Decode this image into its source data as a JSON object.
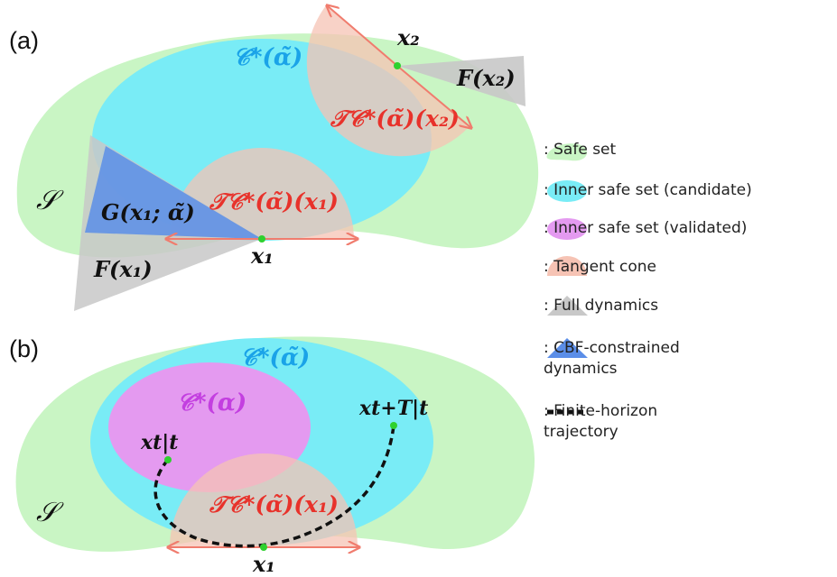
{
  "panels": {
    "a": {
      "label": "(a)"
    },
    "b": {
      "label": "(b)"
    }
  },
  "colors": {
    "safe_set": "#c9f5c4",
    "inner_candidate": "#79ecf6",
    "inner_validated": "#e49af0",
    "tangent_cone": "#f6c3b4",
    "full_dynamics": "#c8c8c8",
    "cbf_dynamics": "#5b8ee8",
    "arrow": "#f07c6e",
    "point": "#2ed12e",
    "cyan_text": "#1aa3e8",
    "red_text": "#e8322b",
    "magenta_text": "#c33fe0"
  },
  "labels": {
    "a": {
      "S": "𝒮",
      "C_tilde": "𝒞*(α̃)",
      "T_x1": "𝒯𝒞*(α̃)(x₁)",
      "T_x2": "𝒯𝒞*(α̃)(x₂)",
      "G": "G(x₁; α̃)",
      "F_x1": "F(x₁)",
      "F_x2": "F(x₂)",
      "x1": "x₁",
      "x2": "x₂"
    },
    "b": {
      "S": "𝒮",
      "C_tilde": "𝒞*(α̃)",
      "C_alpha": "𝒞*(α)",
      "T_x1": "𝒯𝒞*(α̃)(x₁)",
      "x_start": "xt|t",
      "x_end": "xt+T|t",
      "x1": "x₁"
    }
  },
  "legend": [
    {
      "icon": "safe-set-icon",
      "text": ": Safe set"
    },
    {
      "icon": "inner-candidate-icon",
      "text": ": Inner safe set (candidate)"
    },
    {
      "icon": "inner-validated-icon",
      "text": ": Inner safe set (validated)"
    },
    {
      "icon": "tangent-cone-icon",
      "text": ": Tangent cone"
    },
    {
      "icon": "full-dynamics-icon",
      "text": ": Full dynamics"
    },
    {
      "icon": "cbf-dynamics-icon",
      "text": ": CBF-constrained\ndynamics"
    },
    {
      "icon": "trajectory-icon",
      "text": ": Finite-horizon\ntrajectory"
    }
  ]
}
